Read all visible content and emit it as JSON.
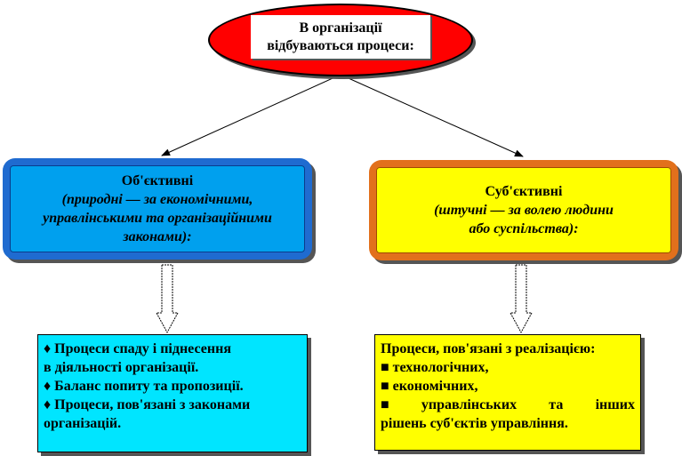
{
  "root": {
    "line1": "В організації",
    "line2": "відбуваються процеси:"
  },
  "objective": {
    "title": "Об'єктивні",
    "sub_lines": [
      "(природні — за економічними,",
      "управлінськими та організаційними",
      "законами):"
    ],
    "items": [
      "♦ Процеси спаду і піднесення",
      "в діяльності організації.",
      "♦ Баланс попиту та пропозиції.",
      "♦ Процеси, пов'язані з законами",
      "організацій."
    ]
  },
  "subjective": {
    "title": "Суб'єктивні",
    "sub_lines": [
      "(штучні — за волею людини",
      "або суспільства):"
    ],
    "items": {
      "heading": "Процеси, пов'язані з реалізацією:",
      "line1": "■ технологічних,",
      "line2": "■ економічних,",
      "line3_words": [
        "■",
        "управлінських",
        "та",
        "інших"
      ],
      "line4": "рішень суб'єктів управління."
    }
  },
  "colors": {
    "root_fill": "#ff0000",
    "objective_outer": "#1f6bd0",
    "objective_inner": "#00a0ee",
    "objective_detail": "#00e5ff",
    "subjective_outer": "#e2701c",
    "subjective_inner": "#ffff00",
    "subjective_detail": "#ffff00"
  }
}
